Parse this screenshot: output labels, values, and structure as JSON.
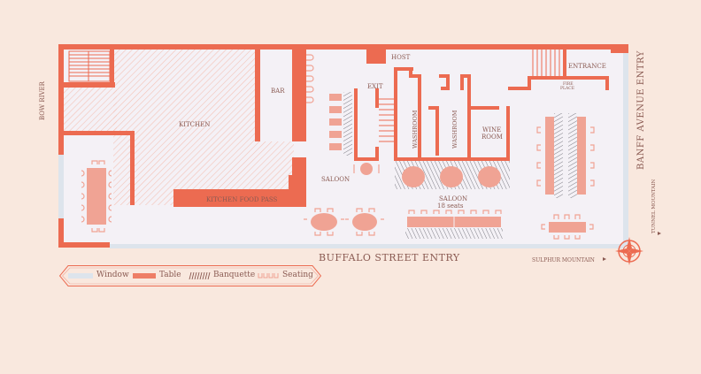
{
  "labels": {
    "host": "HOST",
    "entrance": "ENTRANCE",
    "fireplace_1": "FIRE",
    "fireplace_2": "PLACE",
    "bar": "BAR",
    "exit": "EXIT",
    "kitchen": "KITCHEN",
    "washroom_1": "WASHROOM",
    "washroom_2": "WASHROOM",
    "wine_room_1": "WINE",
    "wine_room_2": "ROOM",
    "saloon_small": "SALOON",
    "saloon_main": "SALOON",
    "saloon_seats": "18 seats",
    "kitchen_food_pass": "KITCHEN FOOD PASS",
    "bow_river": "BOW RIVER",
    "banff_avenue_entry": "BANFF AVENUE ENTRY",
    "tunnel_mountain": "TUNNEL MOUNTAIN",
    "buffalo_street_entry": "BUFFALO STREET ENTRY",
    "sulphur_mountain": "SULPHUR MOUNTAIN"
  },
  "legend": {
    "window": "Window",
    "table": "Table",
    "banquette": "Banquette",
    "seating": "Seating"
  },
  "colors": {
    "background": "#f9e8de",
    "floor": "#f4f1f6",
    "wall": "#ec6b51",
    "table": "#f0a394",
    "window": "#dde4ec",
    "text": "#8a5a52"
  },
  "icons": {
    "compass": "compass-rose-icon",
    "arrow_tunnel": "arrow-right-icon",
    "arrow_sulphur": "arrow-right-icon"
  }
}
